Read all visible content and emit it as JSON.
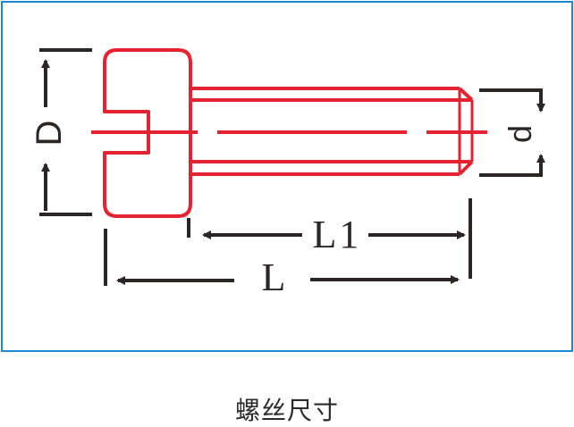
{
  "diagram": {
    "title": "螺丝尺寸",
    "labels": {
      "head_diameter": "D",
      "thread_diameter": "d",
      "thread_length": "L1",
      "total_length": "L"
    },
    "colors": {
      "frame": "#1a8ad4",
      "screw_outline": "#e52330",
      "dimension_lines": "#2b2523",
      "caption": "#2b2b2b"
    }
  }
}
